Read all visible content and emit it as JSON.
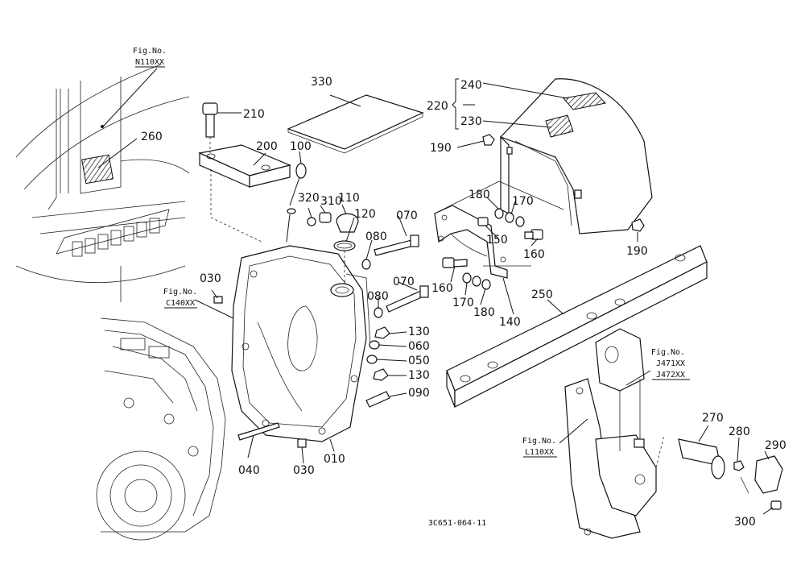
{
  "figure_refs": {
    "n110": {
      "label": "Fig.No.",
      "code": "N110XX"
    },
    "c140": {
      "label": "Fig.No.",
      "code": "C140XX"
    },
    "j471": {
      "label": "Fig.No.",
      "code1": "J471XX",
      "code2": "J472XX"
    },
    "l110": {
      "label": "Fig.No.",
      "code": "L110XX"
    }
  },
  "callouts": {
    "p010": "010",
    "p030a": "030",
    "p030b": "030",
    "p040": "040",
    "p050": "050",
    "p060": "060",
    "p070a": "070",
    "p070b": "070",
    "p080a": "080",
    "p080b": "080",
    "p090": "090",
    "p100": "100",
    "p110": "110",
    "p120": "120",
    "p130a": "130",
    "p130b": "130",
    "p140": "140",
    "p150": "150",
    "p160a": "160",
    "p160b": "160",
    "p170a": "170",
    "p170b": "170",
    "p180a": "180",
    "p180b": "180",
    "p190a": "190",
    "p190b": "190",
    "p200": "200",
    "p210": "210",
    "p220": "220",
    "p230": "230",
    "p240": "240",
    "p250": "250",
    "p260": "260",
    "p270": "270",
    "p280": "280",
    "p290": "290",
    "p300": "300",
    "p310": "310",
    "p320": "320",
    "p330": "330"
  },
  "drawing_code": "3C651-064-11"
}
